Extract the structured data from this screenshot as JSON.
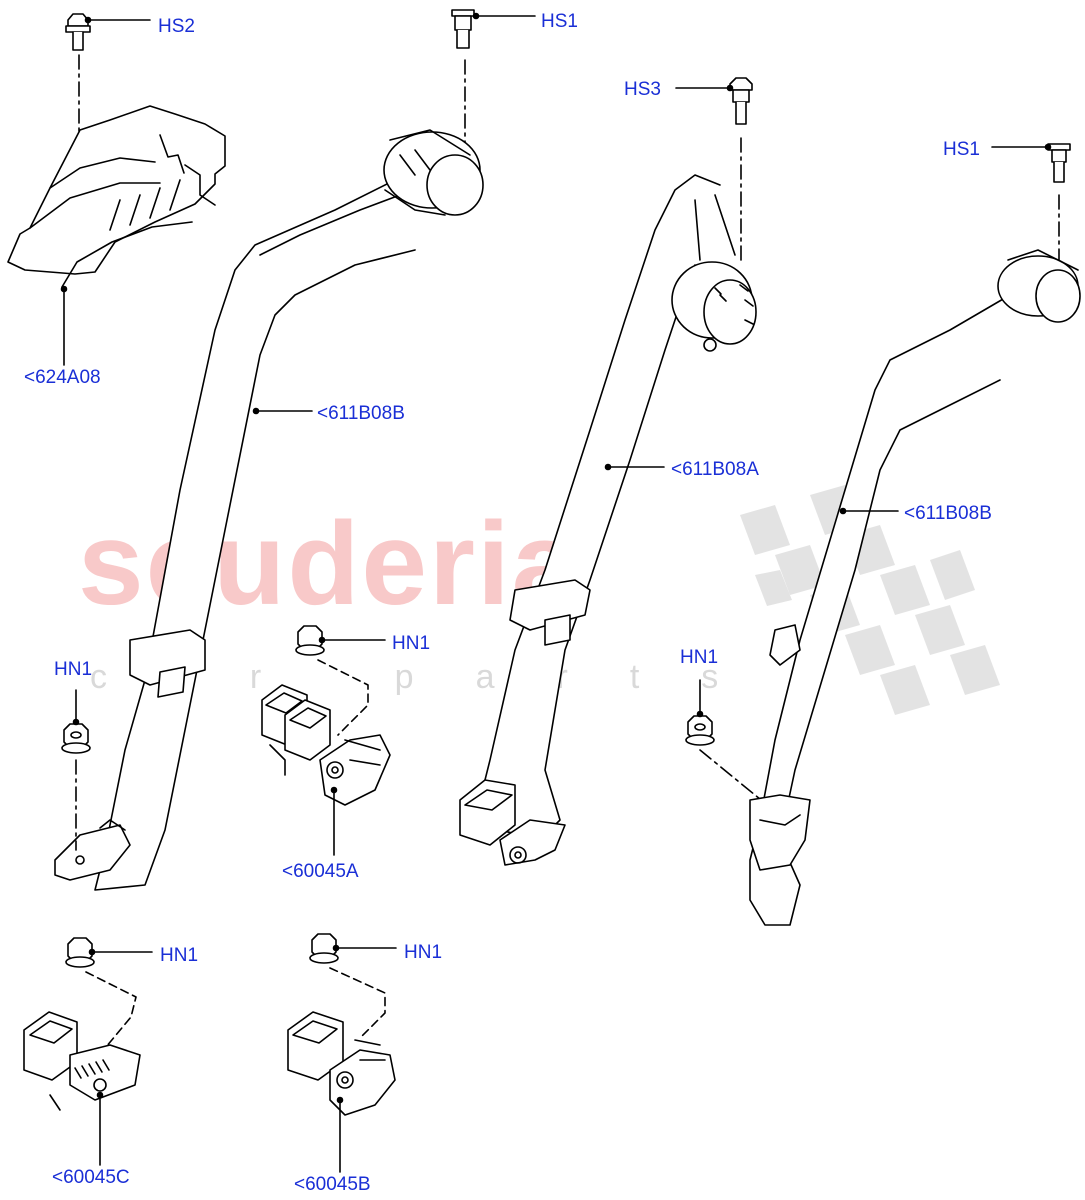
{
  "watermark": {
    "brand": "scuderia",
    "tagline": "car parts"
  },
  "labels": {
    "hs2": "HS2",
    "hs1_top": "HS1",
    "hs3": "HS3",
    "hs1_right": "HS1",
    "p624A08": "<624A08",
    "p611B08B_left": "<611B08B",
    "p611B08A": "<611B08A",
    "p611B08B_right": "<611B08B",
    "hn1_left": "HN1",
    "hn1_center": "HN1",
    "hn1_right": "HN1",
    "p60045A": "<60045A",
    "hn1_bottom_left": "HN1",
    "hn1_bottom_center": "HN1",
    "p60045C": "<60045C",
    "p60045B": "<60045B"
  },
  "colors": {
    "label": "#1a2fd6",
    "line": "#000000",
    "watermark_red": "#f8c9c9",
    "watermark_grey": "#d9d9d9"
  }
}
